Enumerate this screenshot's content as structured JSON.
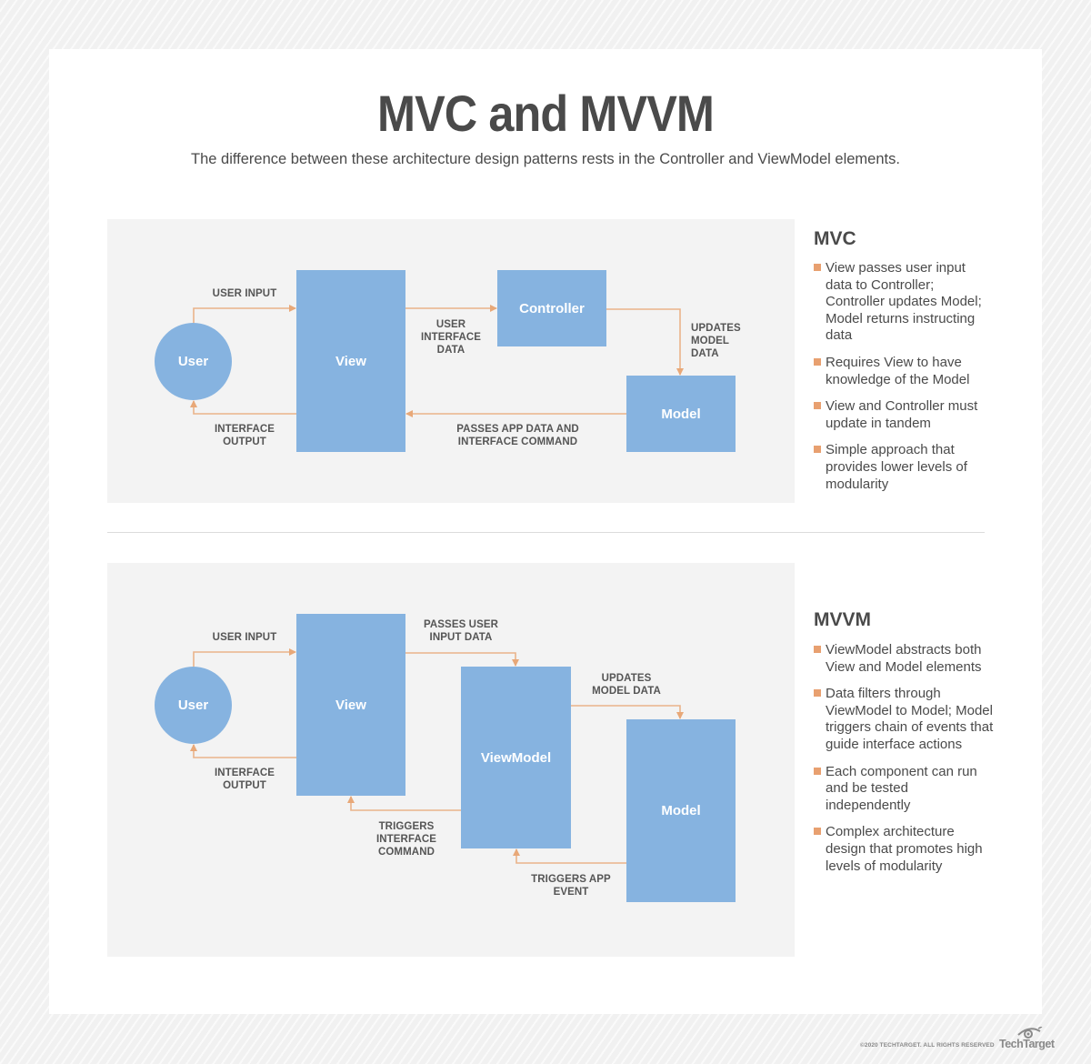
{
  "header": {
    "title": "MVC and MVVM",
    "subtitle": "The difference between these architecture design patterns rests in the Controller and ViewModel elements."
  },
  "colors": {
    "box_fill": "#86b3e0",
    "arrow": "#e8a878",
    "bullet": "#e8a070",
    "panel_bg": "#f3f3f3",
    "text": "#4a4a4a"
  },
  "mvc": {
    "heading": "MVC",
    "nodes": {
      "user": "User",
      "view": "View",
      "controller": "Controller",
      "model": "Model"
    },
    "edges": {
      "user_input": "USER INPUT",
      "interface_output": "INTERFACE\nOUTPUT",
      "user_interface_data": "USER\nINTERFACE\nDATA",
      "updates_model_data": "UPDATES\nMODEL\nDATA",
      "passes_app_data": "PASSES APP DATA AND\nINTERFACE COMMAND"
    },
    "bullets": [
      "View passes user input data to Controller; Controller updates Model; Model returns instructing data",
      "Requires View to have knowledge of the Model",
      "View and Controller must update in tandem",
      "Simple approach that provides lower levels of modularity"
    ]
  },
  "mvvm": {
    "heading": "MVVM",
    "nodes": {
      "user": "User",
      "view": "View",
      "viewmodel": "ViewModel",
      "model": "Model"
    },
    "edges": {
      "user_input": "USER INPUT",
      "interface_output": "INTERFACE\nOUTPUT",
      "passes_user_input_data": "PASSES USER\nINPUT DATA",
      "updates_model_data": "UPDATES\nMODEL DATA",
      "triggers_interface_command": "TRIGGERS\nINTERFACE\nCOMMAND",
      "triggers_app_event": "TRIGGERS APP\nEVENT"
    },
    "bullets": [
      "ViewModel abstracts both View and Model elements",
      "Data filters through ViewModel to Model; Model triggers chain of events that guide interface actions",
      "Each component can run and be tested independently",
      "Complex architecture design that promotes high levels of modularity"
    ]
  },
  "footer": {
    "copyright": "©2020 TECHTARGET. ALL RIGHTS RESERVED",
    "logo": "TechTarget",
    "logo_icon": "eye-icon"
  }
}
